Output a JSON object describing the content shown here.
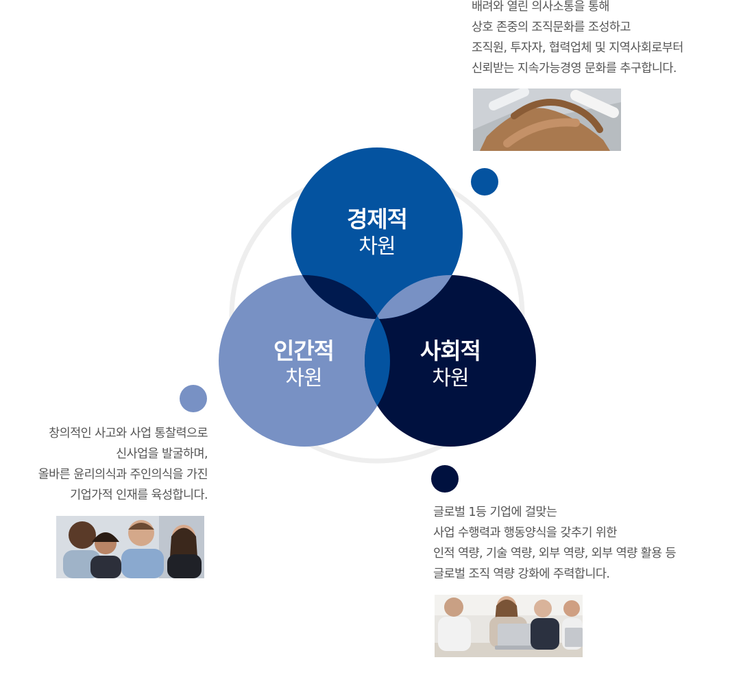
{
  "circles": {
    "economic": {
      "title": "경제적",
      "subtitle": "차원",
      "color": "#0453a0"
    },
    "human": {
      "title": "인간적",
      "subtitle": "차원",
      "color": "#7891c4"
    },
    "social": {
      "title": "사회적",
      "subtitle": "차원",
      "color": "#00113f"
    },
    "overlap_human_economic": "#001a4f",
    "overlap_economic_social": "#7891c4",
    "overlap_human_social": "#0453a0",
    "ring_color": "#eeeeee"
  },
  "descriptions": {
    "economic": [
      "배려와 열린 의사소통을 통해",
      "상호 존중의 조직문화를 조성하고",
      "조직원, 투자자, 협력업체 및 지역사회로부터",
      "신뢰받는 지속가능경영 문화를 추구합니다."
    ],
    "human": [
      "창의적인 사고와 사업 통찰력으로",
      "신사업을 발굴하며,",
      "올바른 윤리의식과 주인의식을 가진",
      "기업가적 인재를 육성합니다."
    ],
    "social": [
      "글로벌 1등 기업에 걸맞는",
      "사업 수행력과 행동양식을 갖추기 위한",
      "인적 역량, 기술 역량, 외부 역량, 외부 역량 활용 등",
      "글로벌 조직 역량 강화에 주력합니다."
    ]
  },
  "icons": {
    "economic_photo": "hands-stacked-photo",
    "human_photo": "team-smiling-photo",
    "social_photo": "meeting-laptop-photo"
  }
}
